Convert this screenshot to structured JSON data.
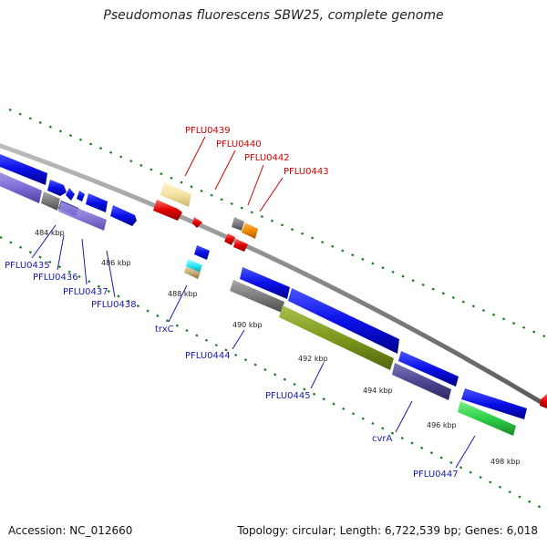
{
  "header": {
    "title": "Pseudomonas fluorescens SBW25, complete genome"
  },
  "footer": {
    "accession": "Accession: NC_012660",
    "topology": "Topology: circular; Length: 6,722,539 bp; Genes: 6,018"
  },
  "map": {
    "kbp_ticks": [
      "484 kbp",
      "486 kbp",
      "488 kbp",
      "490 kbp",
      "492 kbp",
      "494 kbp",
      "496 kbp",
      "498 kbp"
    ],
    "top_labels": [
      "PFLU0439",
      "PFLU0440",
      "PFLU0442",
      "PFLU0443"
    ],
    "bottom_labels": [
      "PFLU0435",
      "PFLU0436",
      "PFLU0437",
      "PFLU0438",
      "trxC",
      "PFLU0444",
      "PFLU0445",
      "cvrA",
      "PFLU0447"
    ],
    "colors": {
      "backbone": "#8a8a8a",
      "tick": "#1e7a1e",
      "cds_blue": "#0a10e8",
      "cds_red": "#e00000",
      "label_red": "#d00000",
      "label_blue": "#1a1aa8"
    }
  }
}
